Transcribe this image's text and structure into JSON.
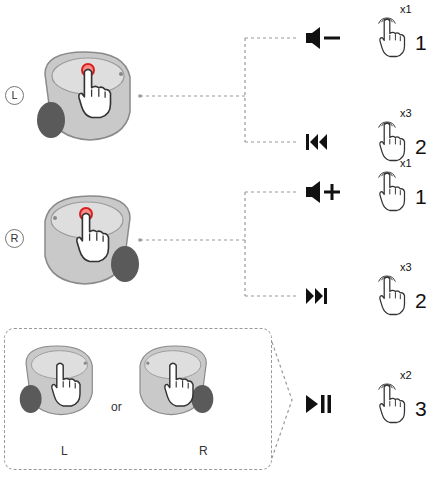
{
  "diagram": {
    "nodes": [
      {
        "text": [
          "L"
        ]
      },
      {
        "text": [
          "R"
        ]
      },
      {
        "text": [
          "L",
          "or",
          "R"
        ]
      }
    ],
    "labels": [
      "x1",
      "1",
      "x3",
      "2",
      "x1",
      "1",
      "x3",
      "2",
      "x2",
      "3"
    ]
  }
}
